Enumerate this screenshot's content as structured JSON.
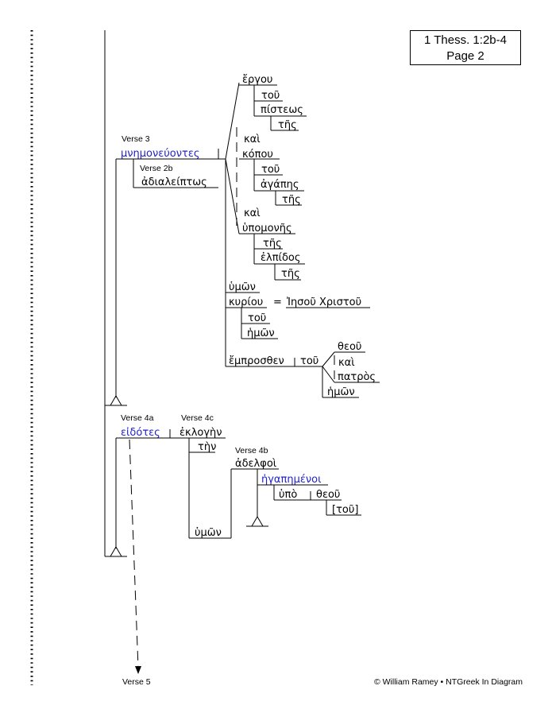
{
  "header": {
    "ref_line1": "1 Thess. 1:2b-4",
    "ref_line2": "Page 2"
  },
  "labels": {
    "verse3": "Verse 3",
    "verse2b": "Verse 2b",
    "verse4a": "Verse 4a",
    "verse4c": "Verse 4c",
    "verse4b": "Verse 4b"
  },
  "words": {
    "ergou": "ἔργου",
    "tou1": "τοῦ",
    "pisteos": "πίστεως",
    "tes1": "τῆς",
    "kai1": "καὶ",
    "kopou": "κόπου",
    "tou2": "τοῦ",
    "agapes": "ἀγάπης",
    "tes2": "τῆς",
    "kai2": "καὶ",
    "hypomones": "ὑπομονῆς",
    "tes3": "τῆς",
    "elpidos": "ἐλπίδος",
    "tes4": "τῆς",
    "mnemoneuontes": "μνημονεύοντες",
    "adialeiptos": "ἀδιαλείπτως",
    "hymon1": "ὑμῶν",
    "kyriou": "κυρίου",
    "equals": "=",
    "iesou": "Ἰησοῦ Χριστοῦ",
    "tou3": "τοῦ",
    "hemon1": "ἡμῶν",
    "emprosthen": "ἔμπροσθεν",
    "tou4": "τοῦ",
    "theou1": "θεοῦ",
    "kai3": "καὶ",
    "patros": "πατρὸς",
    "hemon2": "ἡμῶν",
    "eidotes": "εἰδότες",
    "eklogen": "ἐκλογὴν",
    "ten": "τὴν",
    "hymon2": "ὑμῶν",
    "adelphoi": "ἀδελφοὶ",
    "egapemenoi": "ἠγαπημένοι",
    "hypo": "ὑπὸ",
    "theou2": "θεοῦ",
    "tou5": "[τοῦ]"
  },
  "footer": {
    "next": "Verse 5",
    "copyright": "© William Ramey • NTGreek In Diagram"
  },
  "colors": {
    "link": "#2222cc",
    "ink": "#000000"
  }
}
